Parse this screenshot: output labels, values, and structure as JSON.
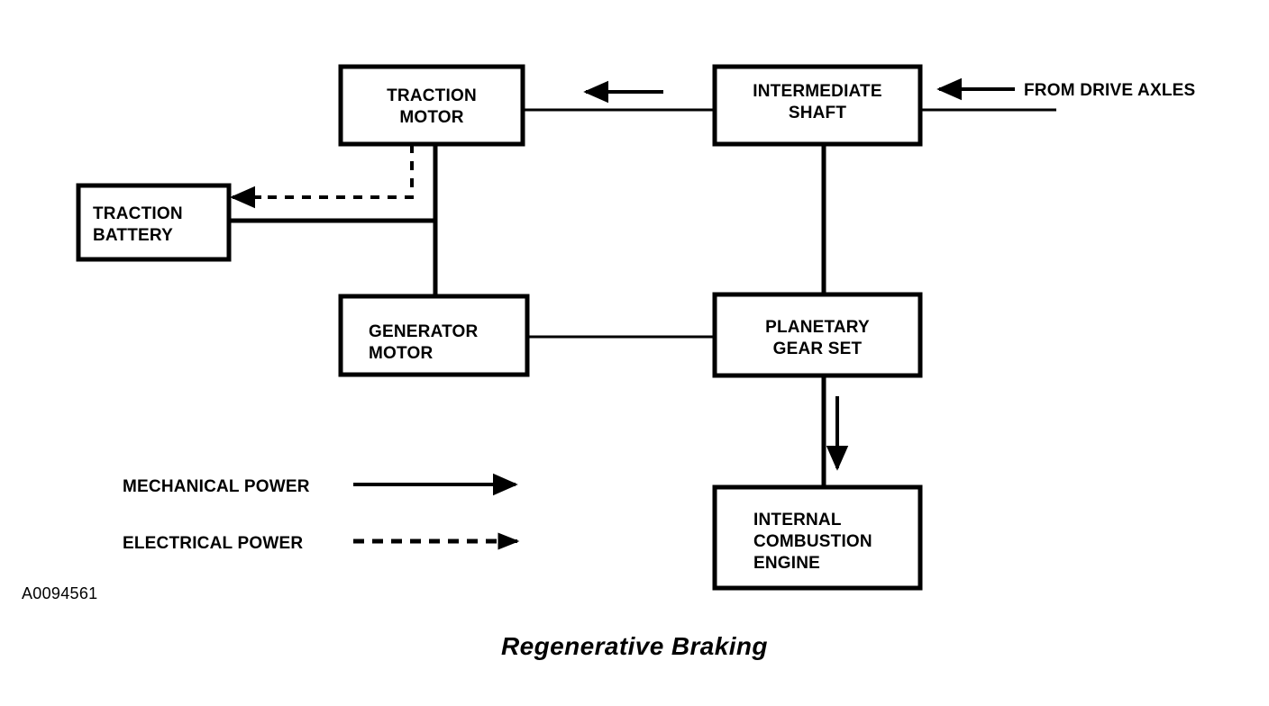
{
  "figure": {
    "caption": "Regenerative Braking",
    "reference_code": "A0094561",
    "background_color": "#ffffff",
    "line_color": "#000000"
  },
  "blocks": [
    {
      "id": "traction-motor",
      "lines": [
        "TRACTION",
        "MOTOR"
      ]
    },
    {
      "id": "intermediate-shaft",
      "lines": [
        "INTERMEDIATE",
        "SHAFT"
      ]
    },
    {
      "id": "traction-battery",
      "lines": [
        "TRACTION",
        "BATTERY"
      ]
    },
    {
      "id": "generator-motor",
      "lines": [
        "GENERATOR",
        "MOTOR"
      ]
    },
    {
      "id": "planetary-gear-set",
      "lines": [
        "PLANETARY",
        "GEAR SET"
      ]
    },
    {
      "id": "internal-combustion-engine",
      "lines": [
        "INTERNAL",
        "COMBUSTION",
        "ENGINE"
      ]
    }
  ],
  "external_labels": {
    "from_drive_axles": "FROM DRIVE AXLES"
  },
  "legend": {
    "mechanical": "MECHANICAL POWER",
    "electrical": "ELECTRICAL POWER"
  }
}
